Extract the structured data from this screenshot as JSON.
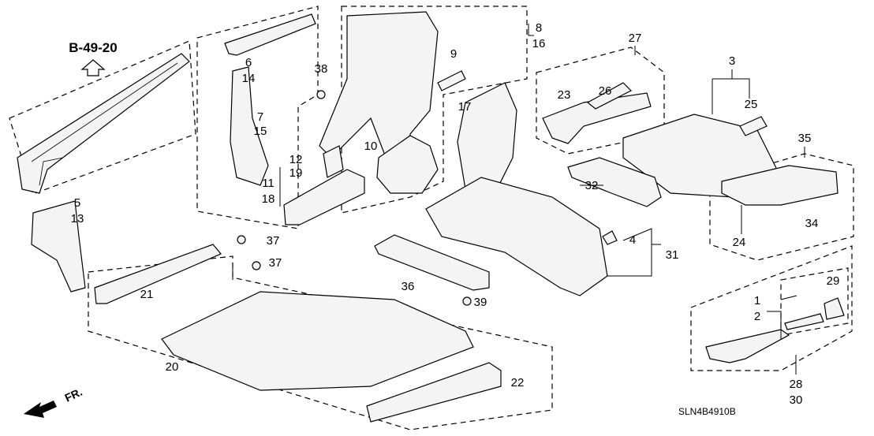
{
  "diagram": {
    "reference": "B-49-20",
    "front_marker": "FR.",
    "drawing_code": "SLN4B4910B",
    "labels": {
      "p5": "5",
      "p13": "13",
      "p6": "6",
      "p14": "14",
      "p7": "7",
      "p15": "15",
      "p38": "38",
      "p8": "8",
      "p16": "16",
      "p9": "9",
      "p10": "10",
      "p17": "17",
      "p12": "12",
      "p19": "19",
      "p11": "11",
      "p18": "18",
      "p27": "27",
      "p26": "26",
      "p23": "23",
      "p3": "3",
      "p25": "25",
      "p35": "35",
      "p32": "32",
      "p24": "24",
      "p34": "34",
      "p4": "4",
      "p31": "31",
      "p36": "36",
      "p39": "39",
      "p37a": "37",
      "p37b": "37",
      "p21": "21",
      "p20": "20",
      "p22": "22",
      "p1": "1",
      "p2": "2",
      "p29": "29",
      "p28": "28",
      "p30": "30"
    }
  }
}
